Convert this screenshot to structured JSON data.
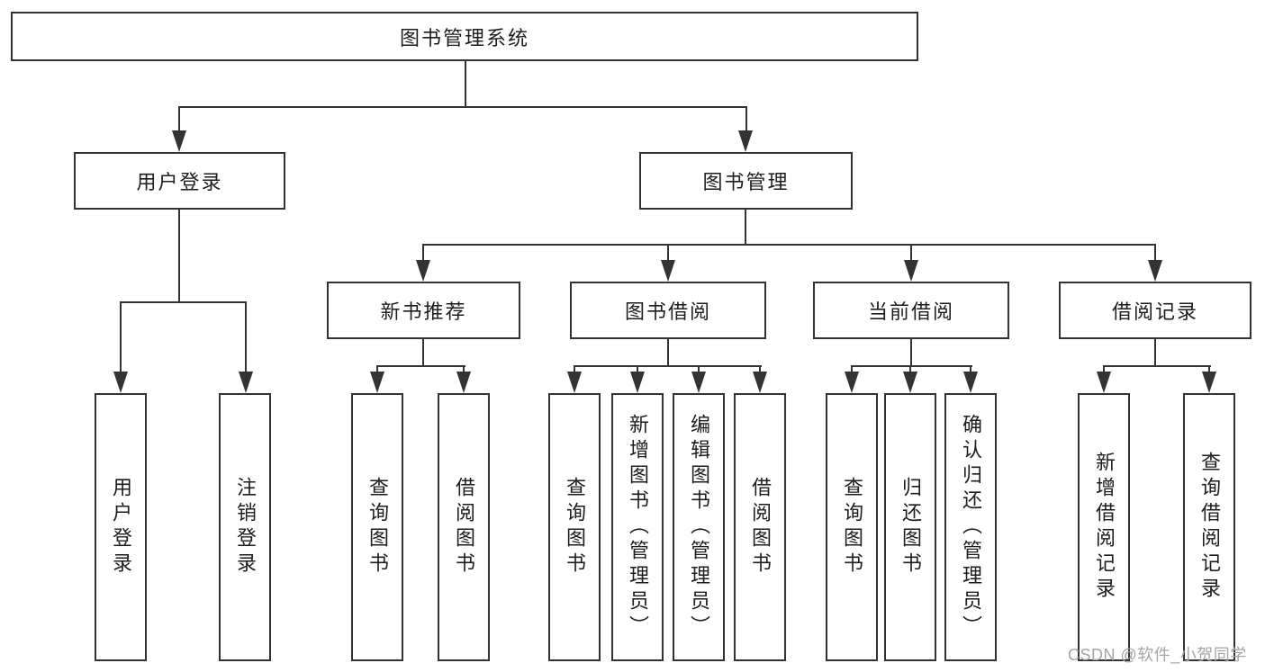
{
  "diagram": {
    "root": {
      "label": "图书管理系统"
    },
    "user_login": {
      "label": "用户登录",
      "children": [
        {
          "label": "用户登录"
        },
        {
          "label": "注销登录"
        }
      ]
    },
    "book_mgmt": {
      "label": "图书管理",
      "groups": [
        {
          "label": "新书推荐",
          "children": [
            {
              "label": "查询图书"
            },
            {
              "label": "借阅图书"
            }
          ]
        },
        {
          "label": "图书借阅",
          "children": [
            {
              "label": "查询图书"
            },
            {
              "label": "新增图书（管理员）"
            },
            {
              "label": "编辑图书（管理员）"
            },
            {
              "label": "借阅图书"
            }
          ]
        },
        {
          "label": "当前借阅",
          "children": [
            {
              "label": "查询图书"
            },
            {
              "label": "归还图书"
            },
            {
              "label": "确认归还（管理员）"
            }
          ]
        },
        {
          "label": "借阅记录",
          "children": [
            {
              "label": "新增借阅记录"
            },
            {
              "label": "查询借阅记录"
            }
          ]
        }
      ]
    }
  },
  "watermark": "CSDN @软件_小贺同学",
  "colors": {
    "line": "#333333",
    "box_border": "#333333",
    "text": "#1d1d1f",
    "watermark": "#a5a5a8",
    "background": "#ffffff"
  }
}
